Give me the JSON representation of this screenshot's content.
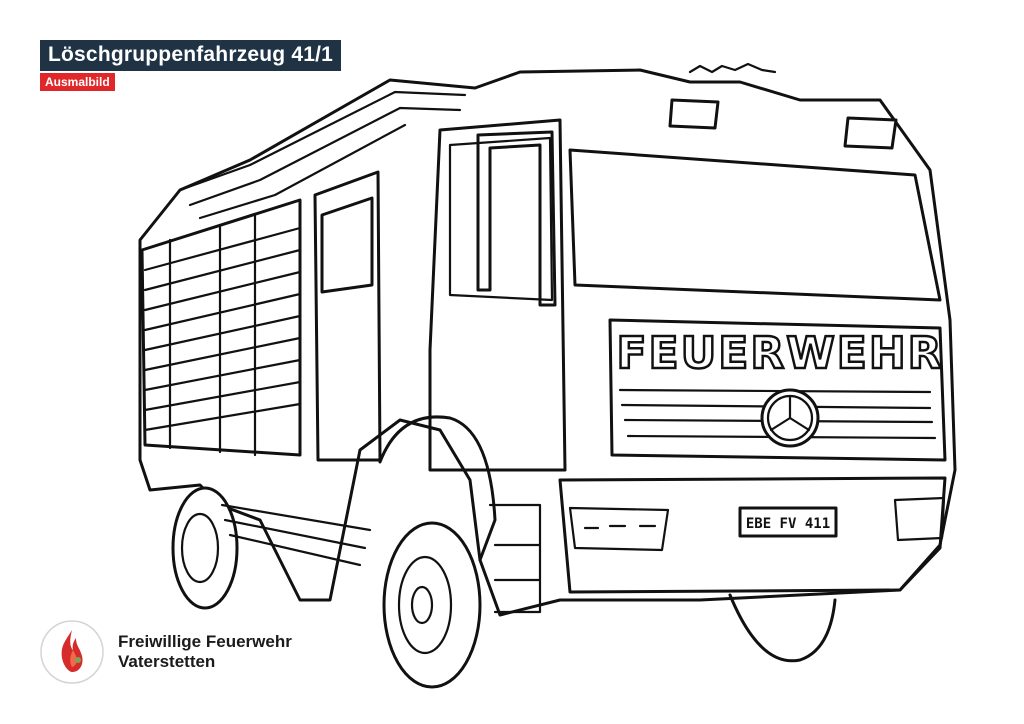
{
  "header": {
    "title": "Löschgruppenfahrzeug 41/1",
    "subtitle": "Ausmalbild"
  },
  "truck": {
    "front_lettering": "FEUERWEHR",
    "license_plate": "EBE FV 411"
  },
  "organization": {
    "name_line1": "Freiwillige Feuerwehr",
    "name_line2": "Vaterstetten",
    "logo_icon": "flame-logo-icon"
  },
  "colors": {
    "title_bg": "#1f3345",
    "subtitle_bg": "#e0282a",
    "flame_red": "#d62b2b"
  }
}
